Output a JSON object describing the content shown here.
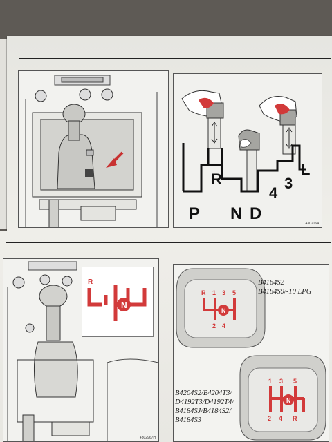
{
  "manual_page": {
    "top_section": {
      "illustration_code": "4302164",
      "gear_labels": {
        "park": "P",
        "reverse": "R",
        "neutral": "N",
        "drive": "D",
        "fourth": "4",
        "third": "3",
        "low": "L"
      }
    },
    "bottom_section": {
      "illustration_code": "4302967H",
      "inset_gate_labels": {
        "reverse": "R",
        "neutral": "N"
      },
      "five_speed_models": [
        "B4164S2",
        "B4184S9/-10 LPG"
      ],
      "five_speed_gate": {
        "top_labels": [
          "R",
          "1",
          "3",
          "5"
        ],
        "bottom_labels": [
          "2",
          "4"
        ],
        "neutral": "N"
      },
      "five_speed_alt_models": [
        "B4204S2/B4204T3/",
        "D4192T3/D4192T4/",
        "B4184SJ/B4184S2/",
        "B4184S3"
      ],
      "five_speed_alt_gate": {
        "top_labels": [
          "1",
          "3",
          "5"
        ],
        "bottom_labels": [
          "2",
          "4",
          "R"
        ],
        "neutral": "N"
      }
    },
    "colors": {
      "accent_red": "#d23a3a",
      "ink": "#1a1a1a",
      "paper": "#ecebe6"
    }
  }
}
